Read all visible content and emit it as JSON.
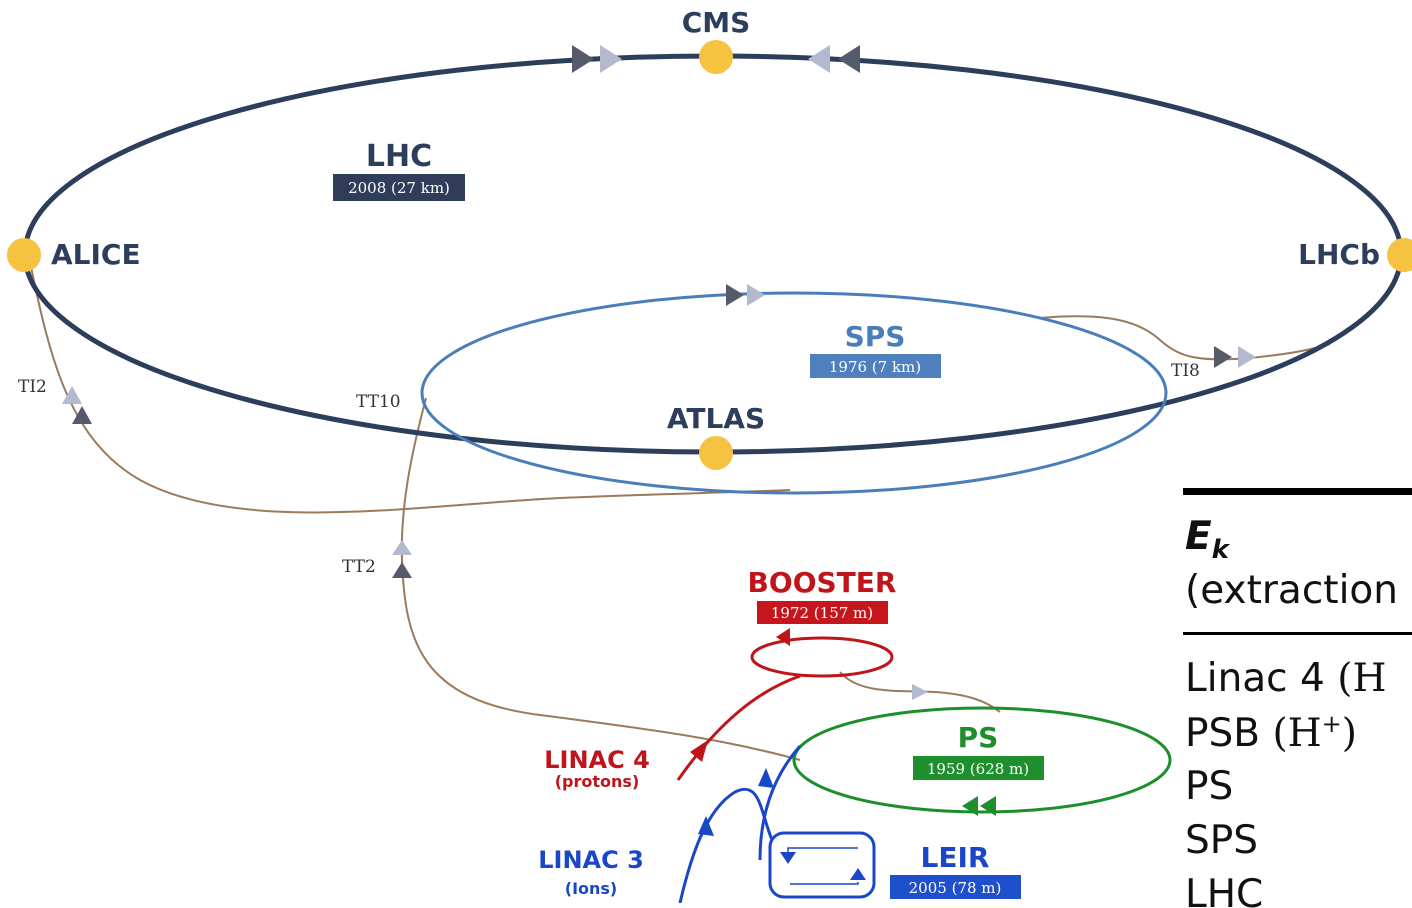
{
  "rings": {
    "lhc": {
      "name": "LHC",
      "tag": "2008 (27 km)",
      "color": "#2c3e5c",
      "tag_color": "#2f3d5a"
    },
    "sps": {
      "name": "SPS",
      "tag": "1976 (7 km)",
      "color": "#4a7ebb",
      "tag_color": "#4f7fbd"
    },
    "booster": {
      "name": "BOOSTER",
      "tag": "1972 (157 m)",
      "color": "#c0141b",
      "tag_color": "#c4161c"
    },
    "ps": {
      "name": "PS",
      "tag": "1959 (628 m)",
      "color": "#1d8f2a",
      "tag_color": "#1f8f2d"
    },
    "leir": {
      "name": "LEIR",
      "tag": "2005 (78 m)",
      "color": "#1a47c8",
      "tag_color": "#1e4fcc"
    }
  },
  "experiments": {
    "cms": "CMS",
    "alice": "ALICE",
    "lhcb": "LHCb",
    "atlas": "ATLAS",
    "dot_color": "#f5c242"
  },
  "linacs": {
    "linac4": {
      "name": "LINAC 4",
      "sub": "(protons)",
      "color": "#c0141b"
    },
    "linac3": {
      "name": "LINAC 3",
      "sub": "(Ions)",
      "color": "#1a47c8"
    }
  },
  "transfer_lines": {
    "ti2": "TI2",
    "tt10": "TT10",
    "ti8": "TI8",
    "tt2": "TT2",
    "color": "#9c7a5c"
  },
  "table": {
    "header_symbol": "E",
    "header_subscript": "k",
    "header_note": "(extraction",
    "rows": [
      {
        "name": "Linac 4 ",
        "paren": "(H"
      },
      {
        "name": "PSB ",
        "paren": "(H",
        "sup": "+",
        "close": ")"
      },
      {
        "name": "PS",
        "paren": ""
      },
      {
        "name": "SPS",
        "paren": ""
      },
      {
        "name": "LHC",
        "paren": ""
      }
    ]
  }
}
